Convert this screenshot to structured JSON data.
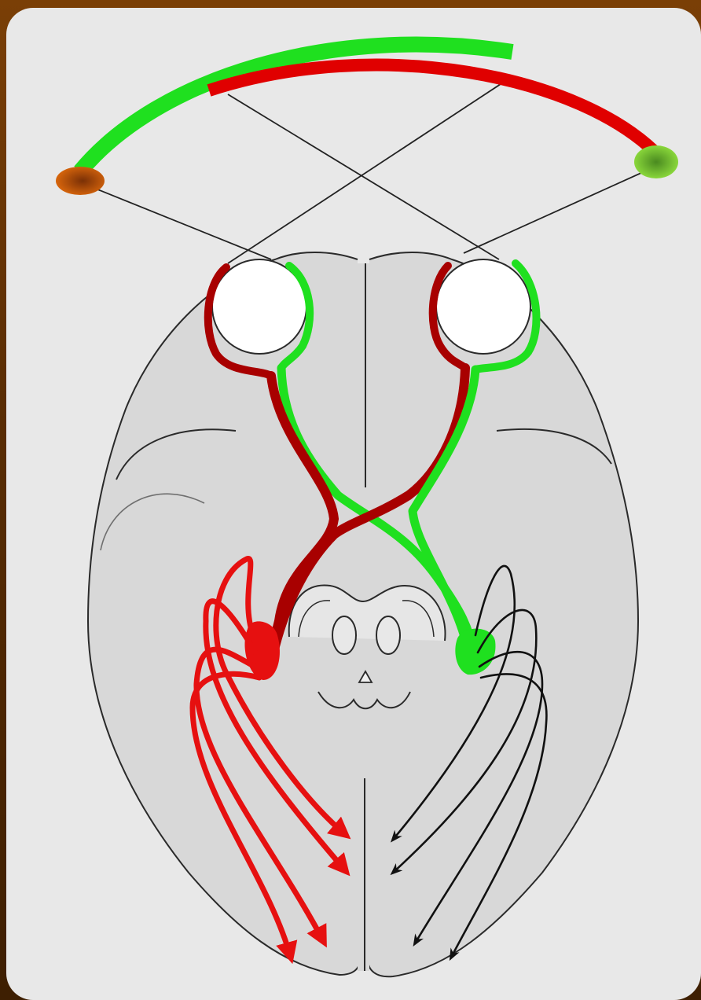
{
  "diagram": {
    "subject": "visual-pathway-schematic",
    "colors": {
      "frame": "#6a3504",
      "background": "#e8e8e8",
      "brain_fill": "#d8d8d8",
      "outline": "#2a2a2a",
      "left_field": "#1fe01f",
      "right_field": "#e00000",
      "dark_red_fiber": "#a80000",
      "radiation_red": "#e61010",
      "radiation_black": "#111111",
      "point_orange": "#d9620a",
      "point_green": "#8de03a"
    },
    "icons": [
      "visual-field-arc-green",
      "visual-field-arc-red",
      "fixation-point-orange",
      "fixation-point-green",
      "eye-left",
      "eye-right",
      "optic-chiasm",
      "lateral-geniculate-red",
      "lateral-geniculate-green",
      "optic-radiation-arrows"
    ]
  }
}
